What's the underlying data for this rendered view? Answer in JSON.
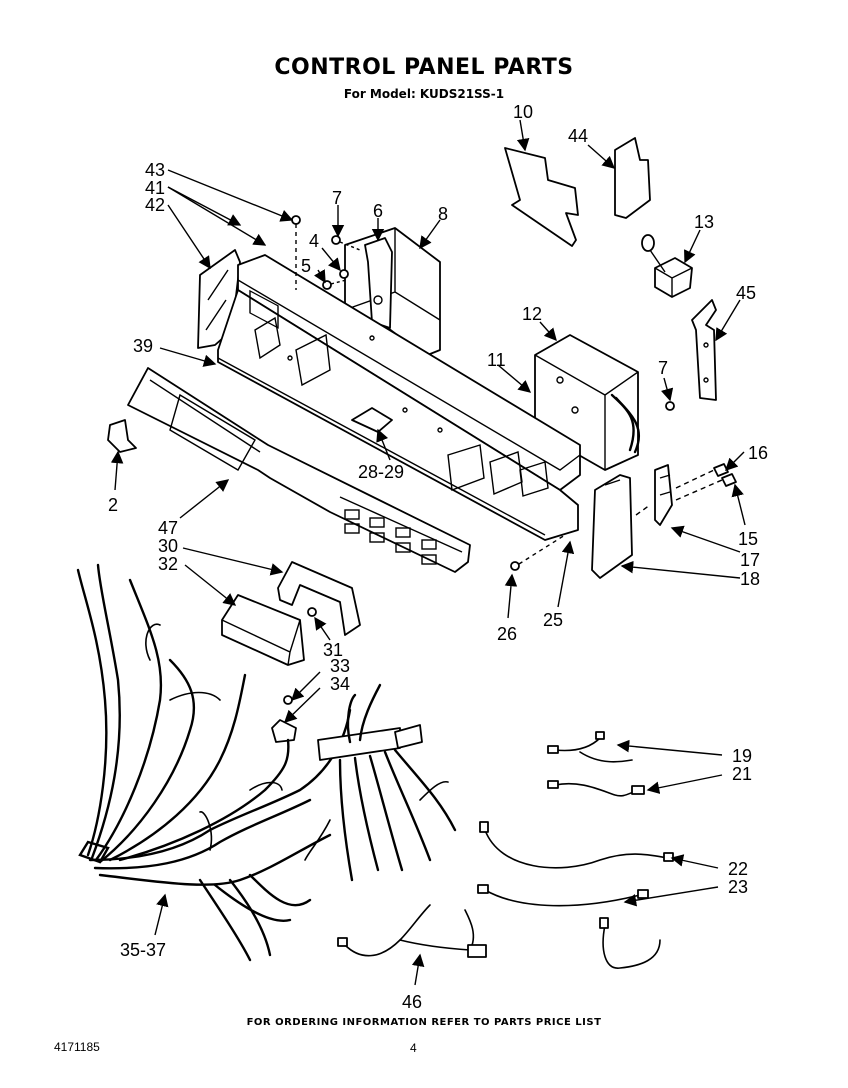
{
  "header": {
    "title": "CONTROL PANEL PARTS",
    "model": "For Model: KUDS21SS-1"
  },
  "callouts": [
    "43",
    "41",
    "42",
    "7",
    "6",
    "8",
    "10",
    "44",
    "13",
    "4",
    "5",
    "12",
    "45",
    "39",
    "11",
    "7",
    "16",
    "2",
    "28-29",
    "15",
    "47",
    "17",
    "30",
    "18",
    "32",
    "26",
    "25",
    "31",
    "33",
    "34",
    "19",
    "21",
    "22",
    "23",
    "35-37",
    "46"
  ],
  "footer": {
    "ordering_note": "FOR ORDERING INFORMATION REFER TO PARTS PRICE LIST",
    "doc_number": "4171185",
    "page_number": "4"
  }
}
